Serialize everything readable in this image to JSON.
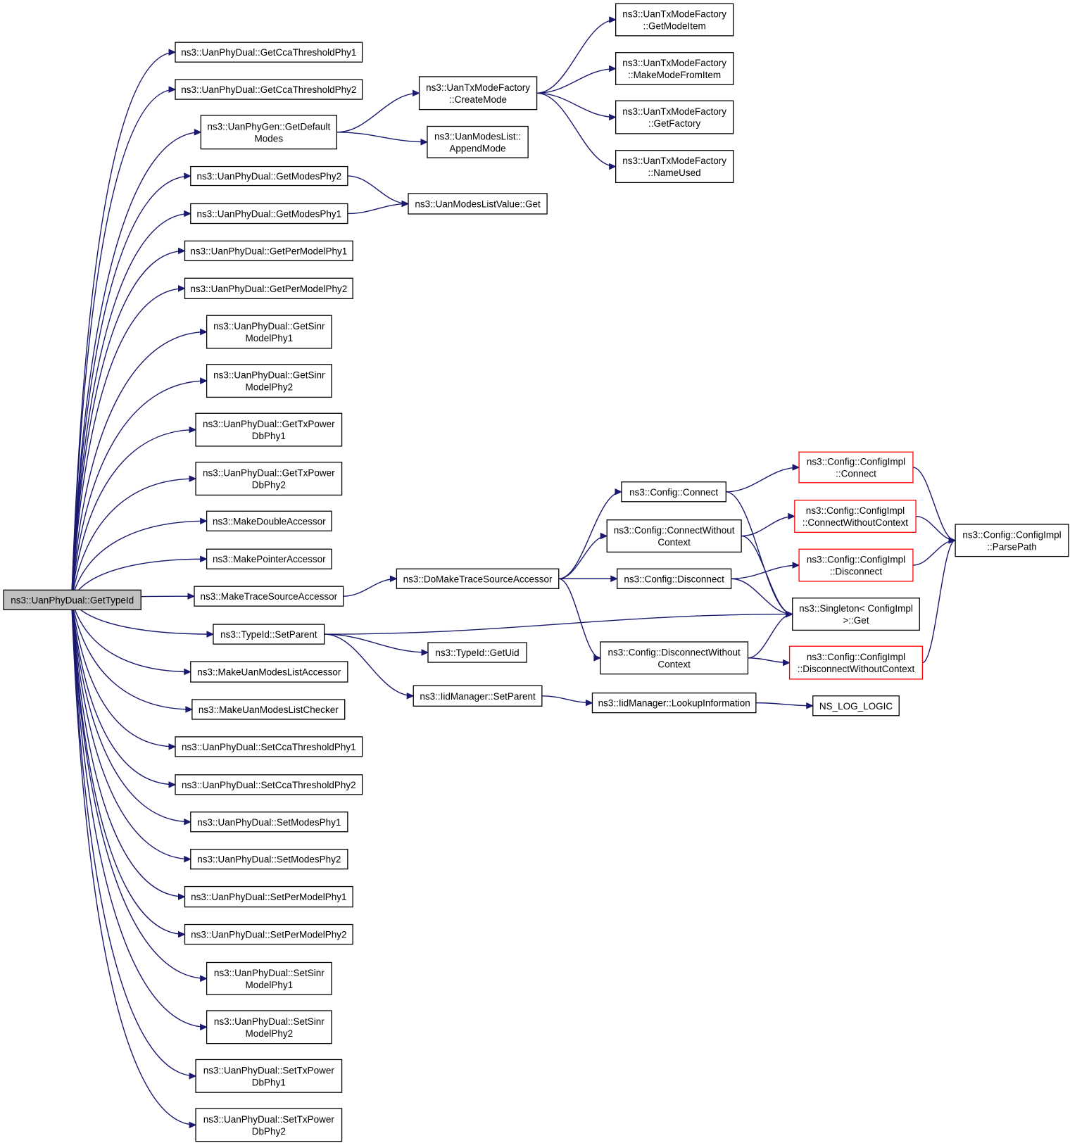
{
  "diagram": {
    "nodes": [
      {
        "id": "root",
        "lines": [
          "ns3::UanPhyDual::GetTypeId"
        ],
        "style": "root"
      },
      {
        "id": "n1",
        "lines": [
          "ns3::UanPhyDual::GetCcaThresholdPhy1"
        ]
      },
      {
        "id": "n2",
        "lines": [
          "ns3::UanPhyDual::GetCcaThresholdPhy2"
        ]
      },
      {
        "id": "n3",
        "lines": [
          "ns3::UanPhyGen::GetDefault",
          "Modes"
        ]
      },
      {
        "id": "n4",
        "lines": [
          "ns3::UanPhyDual::GetModesPhy2"
        ]
      },
      {
        "id": "n5",
        "lines": [
          "ns3::UanPhyDual::GetModesPhy1"
        ]
      },
      {
        "id": "n6",
        "lines": [
          "ns3::UanPhyDual::GetPerModelPhy1"
        ]
      },
      {
        "id": "n7",
        "lines": [
          "ns3::UanPhyDual::GetPerModelPhy2"
        ]
      },
      {
        "id": "n8",
        "lines": [
          "ns3::UanPhyDual::GetSinr",
          "ModelPhy1"
        ]
      },
      {
        "id": "n9",
        "lines": [
          "ns3::UanPhyDual::GetSinr",
          "ModelPhy2"
        ]
      },
      {
        "id": "n10",
        "lines": [
          "ns3::UanPhyDual::GetTxPower",
          "DbPhy1"
        ]
      },
      {
        "id": "n11",
        "lines": [
          "ns3::UanPhyDual::GetTxPower",
          "DbPhy2"
        ]
      },
      {
        "id": "n12",
        "lines": [
          "ns3::MakeDoubleAccessor"
        ]
      },
      {
        "id": "n13",
        "lines": [
          "ns3::MakePointerAccessor"
        ]
      },
      {
        "id": "n14",
        "lines": [
          "ns3::MakeTraceSourceAccessor"
        ]
      },
      {
        "id": "n15",
        "lines": [
          "ns3::TypeId::SetParent"
        ]
      },
      {
        "id": "n16",
        "lines": [
          "ns3::MakeUanModesListAccessor"
        ]
      },
      {
        "id": "n17",
        "lines": [
          "ns3::MakeUanModesListChecker"
        ]
      },
      {
        "id": "n18",
        "lines": [
          "ns3::UanPhyDual::SetCcaThresholdPhy1"
        ]
      },
      {
        "id": "n19",
        "lines": [
          "ns3::UanPhyDual::SetCcaThresholdPhy2"
        ]
      },
      {
        "id": "n20",
        "lines": [
          "ns3::UanPhyDual::SetModesPhy1"
        ]
      },
      {
        "id": "n21",
        "lines": [
          "ns3::UanPhyDual::SetModesPhy2"
        ]
      },
      {
        "id": "n22",
        "lines": [
          "ns3::UanPhyDual::SetPerModelPhy1"
        ]
      },
      {
        "id": "n23",
        "lines": [
          "ns3::UanPhyDual::SetPerModelPhy2"
        ]
      },
      {
        "id": "n24",
        "lines": [
          "ns3::UanPhyDual::SetSinr",
          "ModelPhy1"
        ]
      },
      {
        "id": "n25",
        "lines": [
          "ns3::UanPhyDual::SetSinr",
          "ModelPhy2"
        ]
      },
      {
        "id": "n26",
        "lines": [
          "ns3::UanPhyDual::SetTxPower",
          "DbPhy1"
        ]
      },
      {
        "id": "n27",
        "lines": [
          "ns3::UanPhyDual::SetTxPower",
          "DbPhy2"
        ]
      },
      {
        "id": "c1",
        "lines": [
          "ns3::UanTxModeFactory",
          "::CreateMode"
        ]
      },
      {
        "id": "c2",
        "lines": [
          "ns3::UanModesList::",
          "AppendMode"
        ]
      },
      {
        "id": "c3",
        "lines": [
          "ns3::UanModesListValue::Get"
        ]
      },
      {
        "id": "c4",
        "lines": [
          "ns3::DoMakeTraceSourceAccessor"
        ]
      },
      {
        "id": "c5",
        "lines": [
          "ns3::TypeId::GetUid"
        ]
      },
      {
        "id": "c6",
        "lines": [
          "ns3::IidManager::SetParent"
        ]
      },
      {
        "id": "d1",
        "lines": [
          "ns3::UanTxModeFactory",
          "::GetModeItem"
        ]
      },
      {
        "id": "d2",
        "lines": [
          "ns3::UanTxModeFactory",
          "::MakeModeFromItem"
        ]
      },
      {
        "id": "d3",
        "lines": [
          "ns3::UanTxModeFactory",
          "::GetFactory"
        ]
      },
      {
        "id": "d4",
        "lines": [
          "ns3::UanTxModeFactory",
          "::NameUsed"
        ]
      },
      {
        "id": "d5",
        "lines": [
          "ns3::Config::Connect"
        ]
      },
      {
        "id": "d6",
        "lines": [
          "ns3::Config::ConnectWithout",
          "Context"
        ]
      },
      {
        "id": "d7",
        "lines": [
          "ns3::Config::Disconnect"
        ]
      },
      {
        "id": "d8",
        "lines": [
          "ns3::Config::DisconnectWithout",
          "Context"
        ]
      },
      {
        "id": "d9",
        "lines": [
          "ns3::IidManager::LookupInformation"
        ]
      },
      {
        "id": "e1",
        "lines": [
          "ns3::Config::ConfigImpl",
          "::Connect"
        ],
        "style": "red"
      },
      {
        "id": "e2",
        "lines": [
          "ns3::Config::ConfigImpl",
          "::ConnectWithoutContext"
        ],
        "style": "red"
      },
      {
        "id": "e3",
        "lines": [
          "ns3::Config::ConfigImpl",
          "::Disconnect"
        ],
        "style": "red"
      },
      {
        "id": "e4",
        "lines": [
          "ns3::Singleton< ConfigImpl",
          " >::Get"
        ]
      },
      {
        "id": "e5",
        "lines": [
          "ns3::Config::ConfigImpl",
          "::DisconnectWithoutContext"
        ],
        "style": "red"
      },
      {
        "id": "e6",
        "lines": [
          "NS_LOG_LOGIC"
        ]
      },
      {
        "id": "f1",
        "lines": [
          "ns3::Config::ConfigImpl",
          "::ParsePath"
        ]
      }
    ],
    "edges": [
      [
        "root",
        "n1"
      ],
      [
        "root",
        "n2"
      ],
      [
        "root",
        "n3"
      ],
      [
        "root",
        "n4"
      ],
      [
        "root",
        "n5"
      ],
      [
        "root",
        "n6"
      ],
      [
        "root",
        "n7"
      ],
      [
        "root",
        "n8"
      ],
      [
        "root",
        "n9"
      ],
      [
        "root",
        "n10"
      ],
      [
        "root",
        "n11"
      ],
      [
        "root",
        "n12"
      ],
      [
        "root",
        "n13"
      ],
      [
        "root",
        "n14"
      ],
      [
        "root",
        "n15"
      ],
      [
        "root",
        "n16"
      ],
      [
        "root",
        "n17"
      ],
      [
        "root",
        "n18"
      ],
      [
        "root",
        "n19"
      ],
      [
        "root",
        "n20"
      ],
      [
        "root",
        "n21"
      ],
      [
        "root",
        "n22"
      ],
      [
        "root",
        "n23"
      ],
      [
        "root",
        "n24"
      ],
      [
        "root",
        "n25"
      ],
      [
        "root",
        "n26"
      ],
      [
        "root",
        "n27"
      ],
      [
        "n3",
        "c1"
      ],
      [
        "n3",
        "c2"
      ],
      [
        "n4",
        "c3"
      ],
      [
        "n5",
        "c3"
      ],
      [
        "n14",
        "c4"
      ],
      [
        "n15",
        "c5"
      ],
      [
        "n15",
        "c6"
      ],
      [
        "n15",
        "e4"
      ],
      [
        "c1",
        "d1"
      ],
      [
        "c1",
        "d2"
      ],
      [
        "c1",
        "d3"
      ],
      [
        "c1",
        "d4"
      ],
      [
        "c4",
        "d5"
      ],
      [
        "c4",
        "d6"
      ],
      [
        "c4",
        "d7"
      ],
      [
        "c4",
        "d8"
      ],
      [
        "c6",
        "d9"
      ],
      [
        "d5",
        "e1"
      ],
      [
        "d5",
        "e4"
      ],
      [
        "d6",
        "e2"
      ],
      [
        "d6",
        "e4"
      ],
      [
        "d7",
        "e3"
      ],
      [
        "d7",
        "e4"
      ],
      [
        "d8",
        "e4"
      ],
      [
        "d8",
        "e5"
      ],
      [
        "d9",
        "e6"
      ],
      [
        "e1",
        "f1"
      ],
      [
        "e2",
        "f1"
      ],
      [
        "e3",
        "f1"
      ],
      [
        "e5",
        "f1"
      ]
    ],
    "colors": {
      "edge": "#191970",
      "root_fill": "#bfbfbf",
      "red_border": "#ff0000"
    }
  }
}
